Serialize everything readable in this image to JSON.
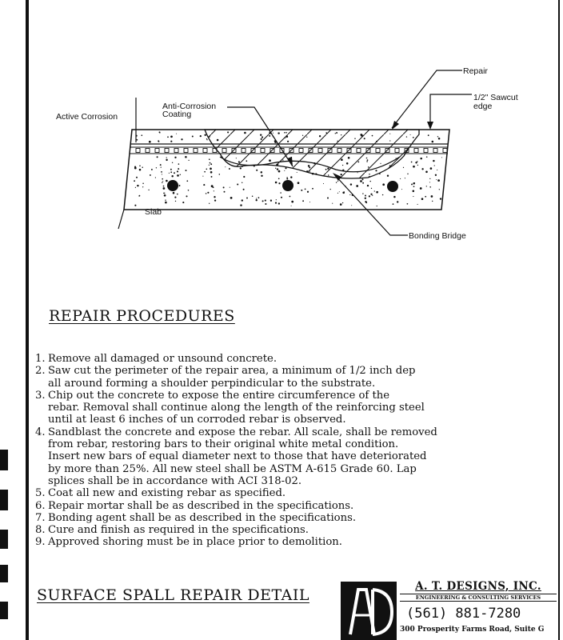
{
  "diagram": {
    "labels": {
      "active_corrosion": "Active Corrosion",
      "anti_corrosion_line1": "Anti-Corrosion",
      "anti_corrosion_line2": "Coating",
      "repair": "Repair",
      "sawcut_line1": "1/2\"  Sawcut",
      "sawcut_line2": "edge",
      "slab": "Slab",
      "bonding_bridge": "Bonding Bridge"
    }
  },
  "procedures": {
    "title": "REPAIR PROCEDURES",
    "steps": [
      {
        "num": "1.",
        "lines": [
          "Remove all damaged or unsound concrete."
        ]
      },
      {
        "num": "2.",
        "lines": [
          "Saw cut the perimeter of the repair area, a minimum of 1/2 inch dep",
          "all around forming a shoulder perpindicular to the substrate."
        ]
      },
      {
        "num": "3.",
        "lines": [
          "Chip out the concrete to expose the entire circumference of the",
          "rebar.  Removal shall continue along the length of the reinforcing steel",
          "until at least 6 inches of un corroded rebar is observed."
        ]
      },
      {
        "num": "4.",
        "lines": [
          "Sandblast the concrete and expose the rebar.  All scale, shall be removed",
          "from rebar, restoring bars to their original white metal condition.",
          "Insert new bars of equal diameter next to those that have deteriorated",
          "by more than 25%.  All new steel shall be ASTM A-615 Grade 60. Lap",
          "splices shall be in accordance with ACI 318-02."
        ]
      },
      {
        "num": "5.",
        "lines": [
          "Coat all new and existing rebar as specified."
        ]
      },
      {
        "num": "6.",
        "lines": [
          "Repair mortar shall be as described in the specifications."
        ]
      },
      {
        "num": "7.",
        "lines": [
          "Bonding agent shall be as described in the specifications."
        ]
      },
      {
        "num": "8.",
        "lines": [
          "Cure and finish as required in the specifications."
        ]
      },
      {
        "num": "9.",
        "lines": [
          "Approved shoring must be in place prior to demolition."
        ]
      }
    ]
  },
  "footer": {
    "title": "SURFACE SPALL REPAIR DETAIL",
    "company": {
      "name": "A. T. DESIGNS, INC.",
      "subtitle": "ENGINEERING & CONSULTING SERVICES",
      "phone": "(561) 881-7280",
      "address": "300 Prosperity Farms Road, Suite G"
    }
  }
}
